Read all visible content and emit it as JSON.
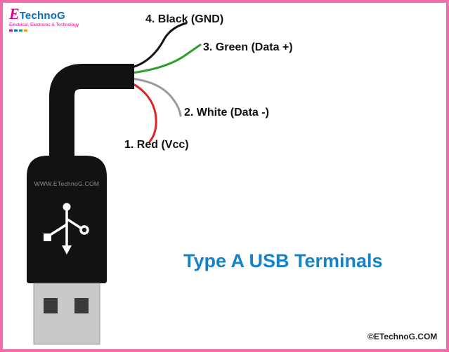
{
  "logo": {
    "initial": "E",
    "name": "TechnoG",
    "tagline": "Electrical, Electronic & Technology"
  },
  "wires": {
    "w4": {
      "label": "4. Black (GND)",
      "color": "#141414"
    },
    "w3": {
      "label": "3. Green (Data +)",
      "color": "#2ca02c"
    },
    "w2": {
      "label": "2. White (Data -)",
      "color": "#9b9b9b"
    },
    "w1": {
      "label": "1. Red (Vcc)",
      "color": "#e02424"
    }
  },
  "title": "Type A USB Terminals",
  "connector": {
    "watermark": "WWW.ETechnoG.COM"
  },
  "footer": {
    "copyright": "©ETechnoG.COM"
  },
  "colors": {
    "border": "#f46ba9",
    "title": "#1583c5",
    "label_text": "#111111",
    "connector_body": "#121212",
    "metal_shell": "#c9c9c9"
  }
}
